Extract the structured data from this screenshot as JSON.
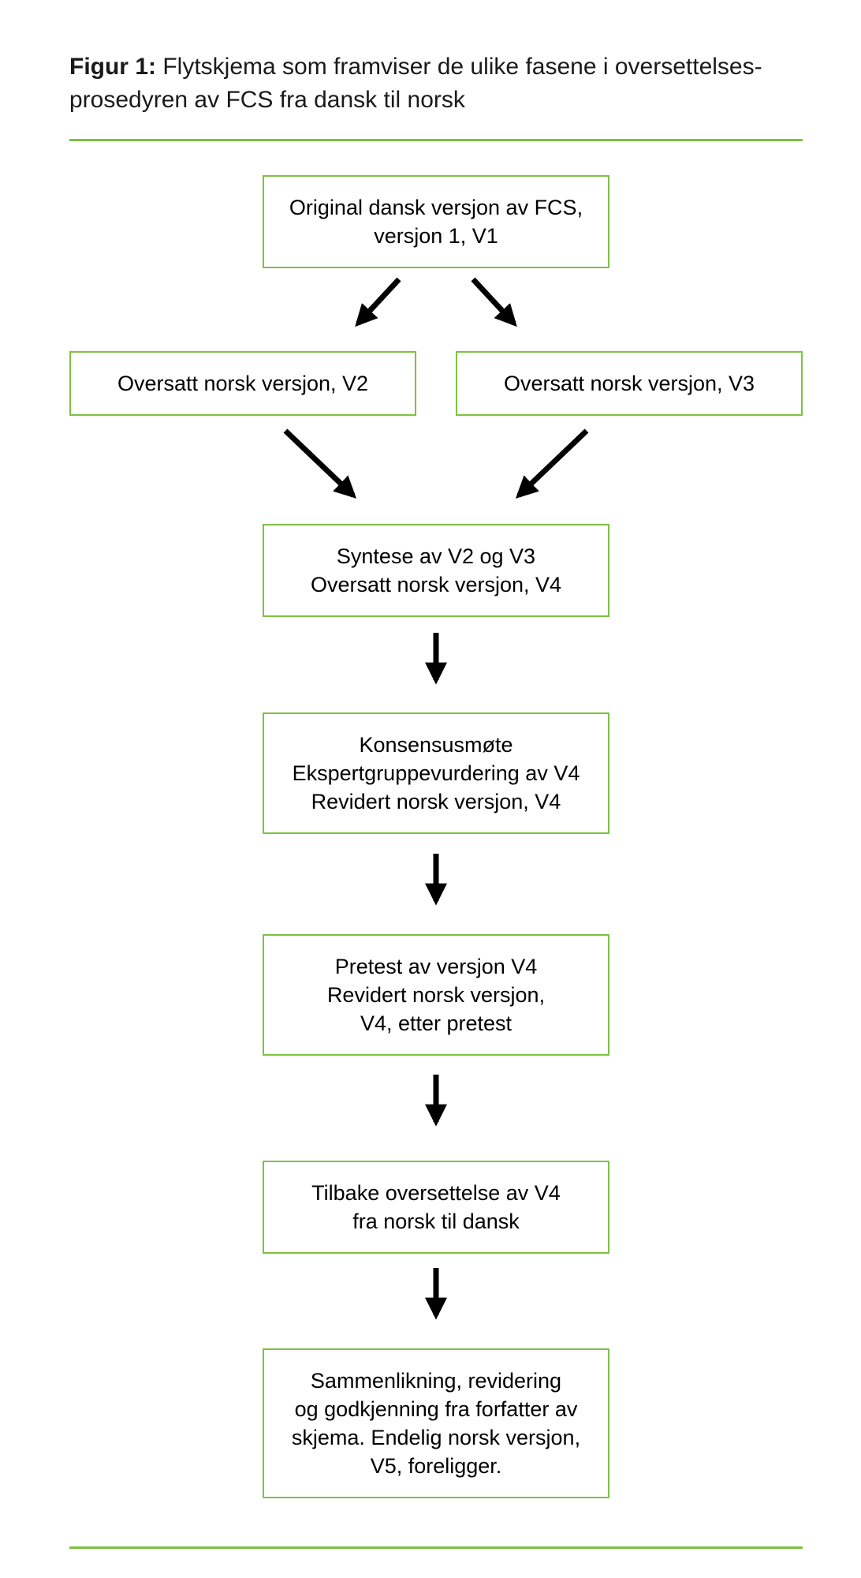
{
  "title": {
    "label": "Figur 1:",
    "line1": "Flytskjema som framviser de ulike fasene i oversettelses-",
    "line2": "prosedyren av FCS fra dansk til norsk"
  },
  "boxes": [
    {
      "id": "v1",
      "lines": [
        "Original dansk versjon av FCS,",
        "versjon 1, V1"
      ]
    },
    {
      "id": "v2",
      "lines": [
        "Oversatt norsk versjon, V2"
      ]
    },
    {
      "id": "v3",
      "lines": [
        "Oversatt norsk versjon, V3"
      ]
    },
    {
      "id": "v4-syntese",
      "lines": [
        "Syntese av V2 og V3",
        "Oversatt norsk versjon, V4"
      ]
    },
    {
      "id": "v4-konsensus",
      "lines": [
        "Konsensusmøte",
        "Ekspertgruppevurdering av V4",
        "Revidert norsk versjon, V4"
      ]
    },
    {
      "id": "v4-pretest",
      "lines": [
        "Pretest av versjon V4",
        "Revidert norsk versjon,",
        "V4, etter pretest"
      ]
    },
    {
      "id": "v4-tilbake",
      "lines": [
        "Tilbake oversettelse av V4",
        "fra norsk til dansk"
      ]
    },
    {
      "id": "v5",
      "lines": [
        "Sammenlikning, revidering",
        "og godkjenning fra forfatter av",
        "skjema. Endelig norsk versjon,",
        "V5, foreligger."
      ]
    }
  ],
  "colors": {
    "accent_green": "#7DC242",
    "arrow_black": "#000000",
    "text_black": "#000000"
  }
}
